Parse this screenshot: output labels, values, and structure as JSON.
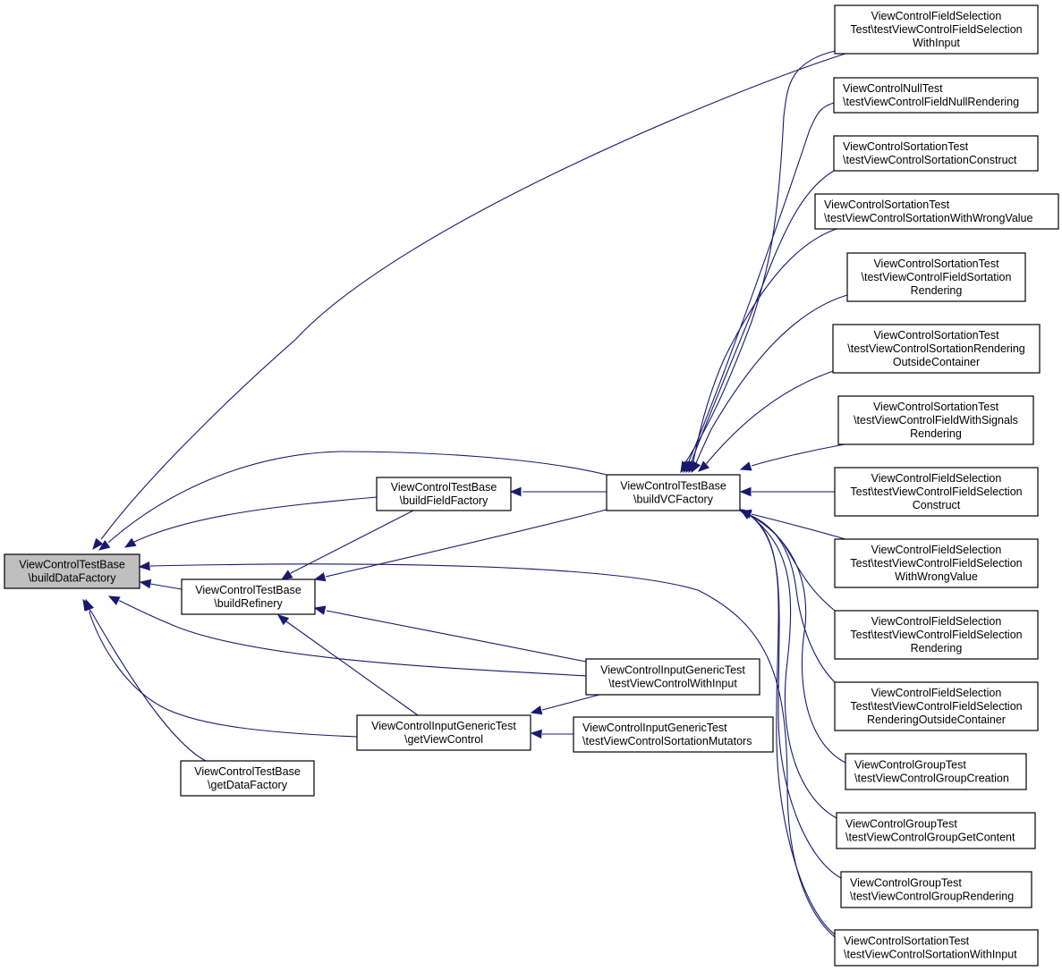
{
  "diagram": {
    "type": "call-graph",
    "direction": "right-to-left",
    "root": "buildDataFactory",
    "colors": {
      "edge": "#191970",
      "root_fill": "#bfbfbf",
      "node_fill": "#ffffff",
      "node_border": "#000000"
    },
    "nodes": [
      {
        "id": "buildDataFactory",
        "lines": [
          "ViewControlTestBase",
          "\\buildDataFactory"
        ],
        "highlight": true
      },
      {
        "id": "buildFieldFactory",
        "lines": [
          "ViewControlTestBase",
          "\\buildFieldFactory"
        ]
      },
      {
        "id": "buildRefinery",
        "lines": [
          "ViewControlTestBase",
          "\\buildRefinery"
        ]
      },
      {
        "id": "getViewControl",
        "lines": [
          "ViewControlInputGenericTest",
          "\\getViewControl"
        ]
      },
      {
        "id": "getDataFactory",
        "lines": [
          "ViewControlTestBase",
          "\\getDataFactory"
        ]
      },
      {
        "id": "buildVCFactory",
        "lines": [
          "ViewControlTestBase",
          "\\buildVCFactory"
        ]
      },
      {
        "id": "testViewControlWithInput",
        "lines": [
          "ViewControlInputGenericTest",
          "\\testViewControlWithInput"
        ]
      },
      {
        "id": "testViewControlSortationMutators",
        "lines": [
          "ViewControlInputGenericTest",
          "\\testViewControlSortationMutators"
        ],
        "align": "left"
      },
      {
        "id": "fsWithInput",
        "lines": [
          "ViewControlFieldSelection",
          "Test\\testViewControlFieldSelection",
          "WithInput"
        ]
      },
      {
        "id": "nullRendering",
        "lines": [
          "ViewControlNullTest",
          "\\testViewControlFieldNullRendering"
        ],
        "align": "left"
      },
      {
        "id": "sortConstruct",
        "lines": [
          "ViewControlSortationTest",
          "\\testViewControlSortationConstruct"
        ],
        "align": "left"
      },
      {
        "id": "sortWrongValue",
        "lines": [
          "ViewControlSortationTest",
          "\\testViewControlSortationWithWrongValue"
        ],
        "align": "left"
      },
      {
        "id": "fieldSortRendering",
        "lines": [
          "ViewControlSortationTest",
          "\\testViewControlFieldSortation",
          "Rendering"
        ]
      },
      {
        "id": "sortRenderOutside",
        "lines": [
          "ViewControlSortationTest",
          "\\testViewControlSortationRendering",
          "OutsideContainer"
        ]
      },
      {
        "id": "fieldSignals",
        "lines": [
          "ViewControlSortationTest",
          "\\testViewControlFieldWithSignals",
          "Rendering"
        ]
      },
      {
        "id": "fsConstruct",
        "lines": [
          "ViewControlFieldSelection",
          "Test\\testViewControlFieldSelection",
          "Construct"
        ]
      },
      {
        "id": "fsWrongValue",
        "lines": [
          "ViewControlFieldSelection",
          "Test\\testViewControlFieldSelection",
          "WithWrongValue"
        ]
      },
      {
        "id": "fsRendering",
        "lines": [
          "ViewControlFieldSelection",
          "Test\\testViewControlFieldSelection",
          "Rendering"
        ]
      },
      {
        "id": "fsRenderOutside",
        "lines": [
          "ViewControlFieldSelection",
          "Test\\testViewControlFieldSelection",
          "RenderingOutsideContainer"
        ]
      },
      {
        "id": "groupCreation",
        "lines": [
          "ViewControlGroupTest",
          "\\testViewControlGroupCreation"
        ],
        "align": "left"
      },
      {
        "id": "groupGetContent",
        "lines": [
          "ViewControlGroupTest",
          "\\testViewControlGroupGetContent"
        ],
        "align": "left"
      },
      {
        "id": "groupRendering",
        "lines": [
          "ViewControlGroupTest",
          "\\testViewControlGroupRendering"
        ],
        "align": "left"
      },
      {
        "id": "sortWithInput",
        "lines": [
          "ViewControlSortationTest",
          "\\testViewControlSortationWithInput"
        ],
        "align": "left"
      }
    ],
    "edges": [
      {
        "from": "buildFieldFactory",
        "to": "buildDataFactory"
      },
      {
        "from": "buildRefinery",
        "to": "buildDataFactory"
      },
      {
        "from": "getViewControl",
        "to": "buildDataFactory"
      },
      {
        "from": "getDataFactory",
        "to": "buildDataFactory"
      },
      {
        "from": "buildVCFactory",
        "to": "buildDataFactory"
      },
      {
        "from": "testViewControlWithInput",
        "to": "buildDataFactory"
      },
      {
        "from": "fsWithInput",
        "to": "buildDataFactory"
      },
      {
        "from": "sortWithInput",
        "to": "buildDataFactory"
      },
      {
        "from": "buildVCFactory",
        "to": "buildFieldFactory"
      },
      {
        "from": "buildFieldFactory",
        "to": "buildRefinery"
      },
      {
        "from": "buildVCFactory",
        "to": "buildRefinery"
      },
      {
        "from": "testViewControlWithInput",
        "to": "buildRefinery"
      },
      {
        "from": "getViewControl",
        "to": "buildRefinery"
      },
      {
        "from": "testViewControlWithInput",
        "to": "getViewControl"
      },
      {
        "from": "testViewControlSortationMutators",
        "to": "getViewControl"
      },
      {
        "from": "fsWithInput",
        "to": "buildVCFactory"
      },
      {
        "from": "nullRendering",
        "to": "buildVCFactory"
      },
      {
        "from": "sortConstruct",
        "to": "buildVCFactory"
      },
      {
        "from": "sortWrongValue",
        "to": "buildVCFactory"
      },
      {
        "from": "fieldSortRendering",
        "to": "buildVCFactory"
      },
      {
        "from": "sortRenderOutside",
        "to": "buildVCFactory"
      },
      {
        "from": "fieldSignals",
        "to": "buildVCFactory"
      },
      {
        "from": "fsConstruct",
        "to": "buildVCFactory"
      },
      {
        "from": "fsWrongValue",
        "to": "buildVCFactory"
      },
      {
        "from": "fsRendering",
        "to": "buildVCFactory"
      },
      {
        "from": "fsRenderOutside",
        "to": "buildVCFactory"
      },
      {
        "from": "groupCreation",
        "to": "buildVCFactory"
      },
      {
        "from": "groupGetContent",
        "to": "buildVCFactory"
      },
      {
        "from": "groupRendering",
        "to": "buildVCFactory"
      },
      {
        "from": "sortWithInput",
        "to": "buildVCFactory"
      }
    ]
  }
}
